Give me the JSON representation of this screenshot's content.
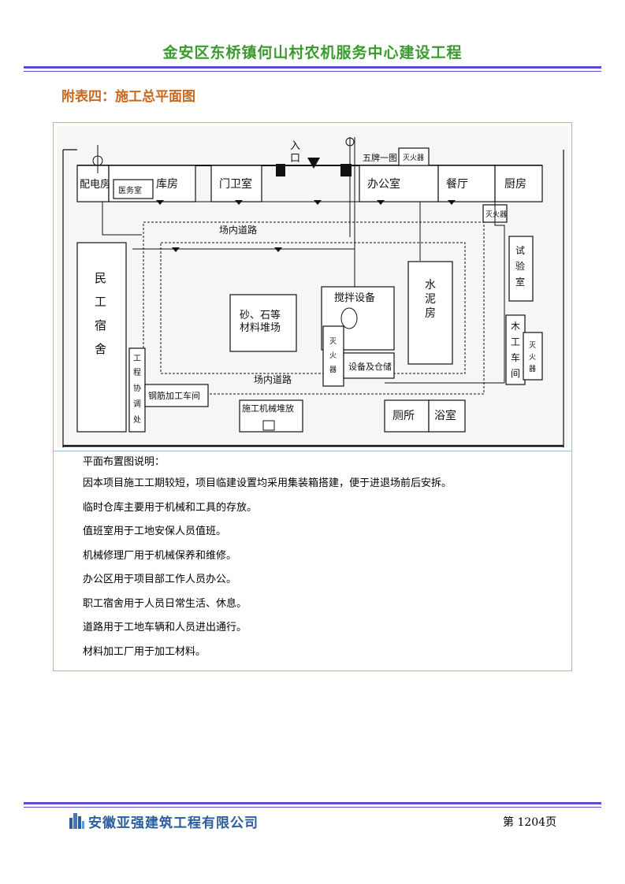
{
  "header": {
    "title": "金安区东桥镇何山村农机服务中心建设工程"
  },
  "section": {
    "heading": "附表四：施工总平面图"
  },
  "plan": {
    "entrance": "入口",
    "rooms": {
      "power_room": "配电房",
      "clinic": "医务室",
      "warehouse": "库房",
      "guard_room": "门卫室",
      "five_boards": "五牌一图",
      "extinguisher": "灭火器",
      "office": "办公室",
      "dining": "餐厅",
      "kitchen": "厨房",
      "road_top": "场内道路",
      "road_bottom": "场内道路",
      "dormitory": "民工宿舍",
      "lab": "试验室",
      "mixer": "搅拌设备",
      "cement": "水泥房",
      "sand_stone_1": "砂、石等",
      "sand_stone_2": "材料堆场",
      "storage": "设备及仓储",
      "carpentry": "木工车间",
      "coord_office": "工程协调处",
      "rebar": "钢筋加工车间",
      "machinery": "施工机械堆放",
      "toilet": "厕所",
      "bath": "浴室"
    }
  },
  "notes": {
    "title": "平面布置图说明：",
    "lines": [
      "因本项目施工工期较短，项目临建设置均采用集装箱搭建，便于进退场前后安拆。",
      "临时仓库主要用于机械和工具的存放。",
      "值班室用于工地安保人员值班。",
      "机械修理厂用于机械保养和维修。",
      "办公区用于项目部工作人员办公。",
      "职工宿舍用于人员日常生活、休息。",
      "道路用于工地车辆和人员进出通行。",
      "材料加工厂用于加工材料。"
    ]
  },
  "footer": {
    "company": "安徽亚强建筑工程有限公司",
    "page_label": "第 1204页",
    "logo_icon": "building-logo-icon"
  },
  "colors": {
    "header_green": "#3a9a2e",
    "heading_orange": "#c9691f",
    "rule_purple": "#5b4fd0",
    "company_blue": "#2d5d9f",
    "frame_blue": "#9dbccf"
  }
}
